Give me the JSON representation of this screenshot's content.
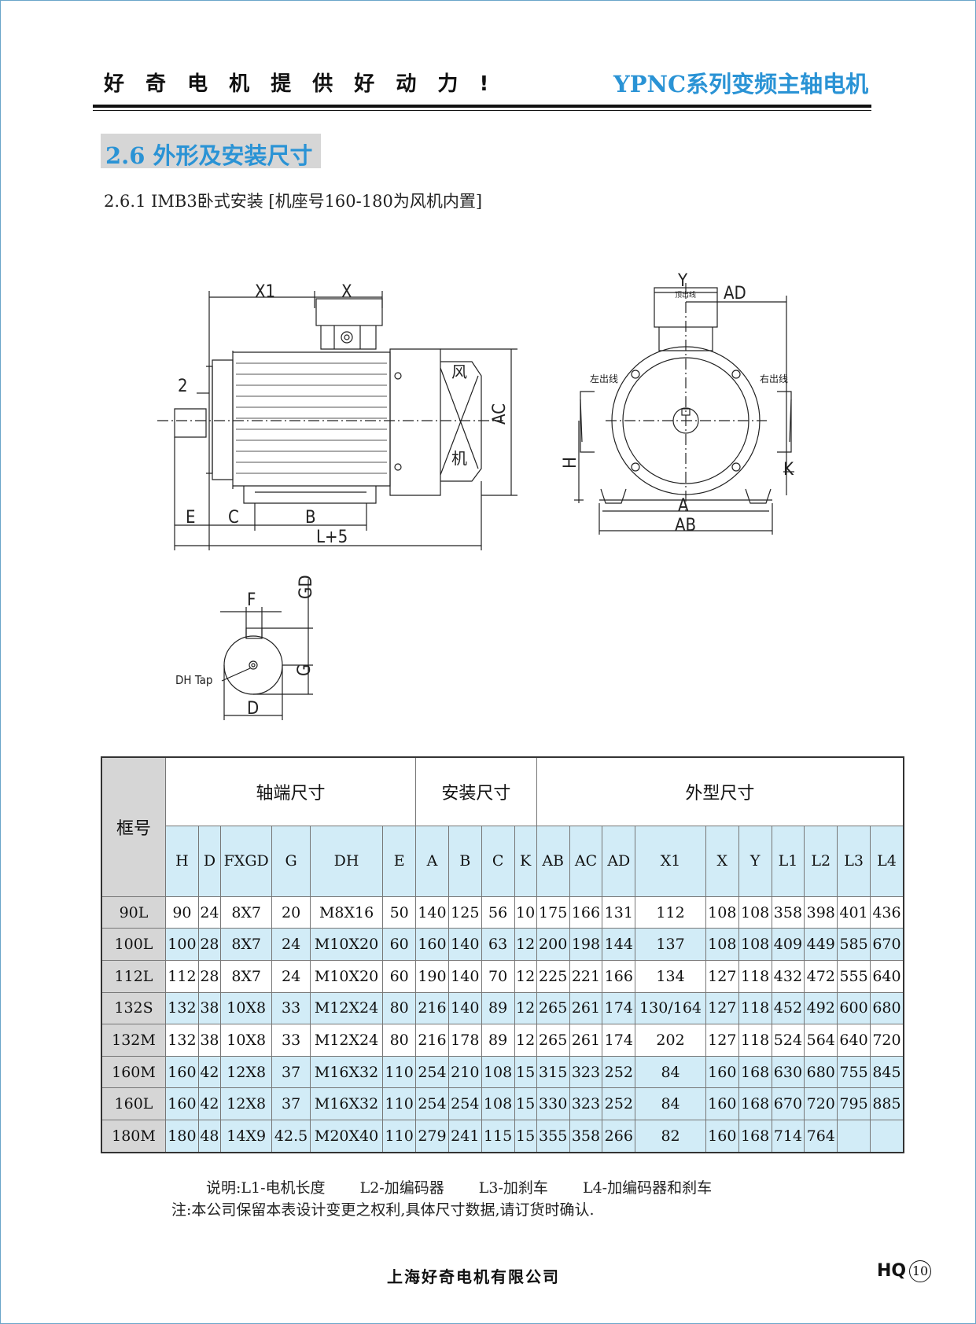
{
  "header": {
    "slogan": "好 奇 电 机 提 供 好 动 力 !",
    "series_title": "YPNC系列变频主轴电机"
  },
  "section": {
    "title": "2.6 外形及安装尺寸",
    "subtitle": "2.6.1 IMB3卧式安装  [机座号160-180为风机内置]"
  },
  "drawing_labels": {
    "side": {
      "x1": "X1",
      "x": "X",
      "two": "2",
      "ac": "AC",
      "e": "E",
      "c": "C",
      "b": "B",
      "l5": "L+5",
      "fan1": "风",
      "fan2": "机"
    },
    "front": {
      "y": "Y",
      "ad": "AD",
      "top_lead": "顶出线",
      "left_lead": "左出线",
      "right_lead": "右出线",
      "h": "H",
      "k": "K",
      "a": "A",
      "ab": "AB"
    },
    "shaft": {
      "f": "F",
      "gd": "GD",
      "dh_tap": "DH Tap",
      "g": "G",
      "d": "D"
    }
  },
  "table": {
    "frame_header": "框号",
    "groups": [
      "轴端尺寸",
      "安装尺寸",
      "外型尺寸"
    ],
    "columns": [
      "H",
      "D",
      "FXGD",
      "G",
      "DH",
      "E",
      "A",
      "B",
      "C",
      "K",
      "AB",
      "AC",
      "AD",
      "X1",
      "X",
      "Y",
      "L1",
      "L2",
      "L3",
      "L4"
    ],
    "rows": [
      [
        "90L",
        "90",
        "24",
        "8X7",
        "20",
        "M8X16",
        "50",
        "140",
        "125",
        "56",
        "10",
        "175",
        "166",
        "131",
        "112",
        "108",
        "108",
        "358",
        "398",
        "401",
        "436"
      ],
      [
        "100L",
        "100",
        "28",
        "8X7",
        "24",
        "M10X20",
        "60",
        "160",
        "140",
        "63",
        "12",
        "200",
        "198",
        "144",
        "137",
        "108",
        "108",
        "409",
        "449",
        "585",
        "670"
      ],
      [
        "112L",
        "112",
        "28",
        "8X7",
        "24",
        "M10X20",
        "60",
        "190",
        "140",
        "70",
        "12",
        "225",
        "221",
        "166",
        "134",
        "127",
        "118",
        "432",
        "472",
        "555",
        "640"
      ],
      [
        "132S",
        "132",
        "38",
        "10X8",
        "33",
        "M12X24",
        "80",
        "216",
        "140",
        "89",
        "12",
        "265",
        "261",
        "174",
        "130/164",
        "127",
        "118",
        "452",
        "492",
        "600",
        "680"
      ],
      [
        "132M",
        "132",
        "38",
        "10X8",
        "33",
        "M12X24",
        "80",
        "216",
        "178",
        "89",
        "12",
        "265",
        "261",
        "174",
        "202",
        "127",
        "118",
        "524",
        "564",
        "640",
        "720"
      ],
      [
        "160M",
        "160",
        "42",
        "12X8",
        "37",
        "M16X32",
        "110",
        "254",
        "210",
        "108",
        "15",
        "315",
        "323",
        "252",
        "84",
        "160",
        "168",
        "630",
        "680",
        "755",
        "845"
      ],
      [
        "160L",
        "160",
        "42",
        "12X8",
        "37",
        "M16X32",
        "110",
        "254",
        "254",
        "108",
        "15",
        "330",
        "323",
        "252",
        "84",
        "160",
        "168",
        "670",
        "720",
        "795",
        "885"
      ],
      [
        "180M",
        "180",
        "48",
        "14X9",
        "42.5",
        "M20X40",
        "110",
        "279",
        "241",
        "115",
        "15",
        "355",
        "358",
        "266",
        "82",
        "160",
        "168",
        "714",
        "764",
        "",
        ""
      ]
    ]
  },
  "notes": {
    "legend": [
      "说明:L1-电机长度",
      "L2-加编码器",
      "L3-加刹车",
      "L4-加编码器和刹车"
    ],
    "disclaimer": "注:本公司保留本表设计变更之权利,具体尺寸数据,请订货时确认."
  },
  "footer": {
    "company": "上海好奇电机有限公司",
    "logo": "HQ",
    "page": "10"
  },
  "colors": {
    "accent_blue": "#2a93d5",
    "row_blue": "#d2ecf7",
    "frame_gray": "#d6d6d6"
  }
}
